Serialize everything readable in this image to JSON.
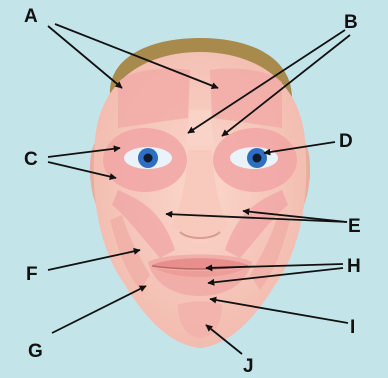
{
  "colors": {
    "background": "#c3e5ea",
    "skin": "#f7c9bd",
    "muscle_highlight": "#f1a8a6",
    "hair": "#a88a4c",
    "iris": "#2f6fc2",
    "lines": "#111111"
  },
  "labels": {
    "A": "A",
    "B": "B",
    "C": "C",
    "D": "D",
    "E": "E",
    "F": "F",
    "G": "G",
    "H": "H",
    "I": "I",
    "J": "J"
  }
}
